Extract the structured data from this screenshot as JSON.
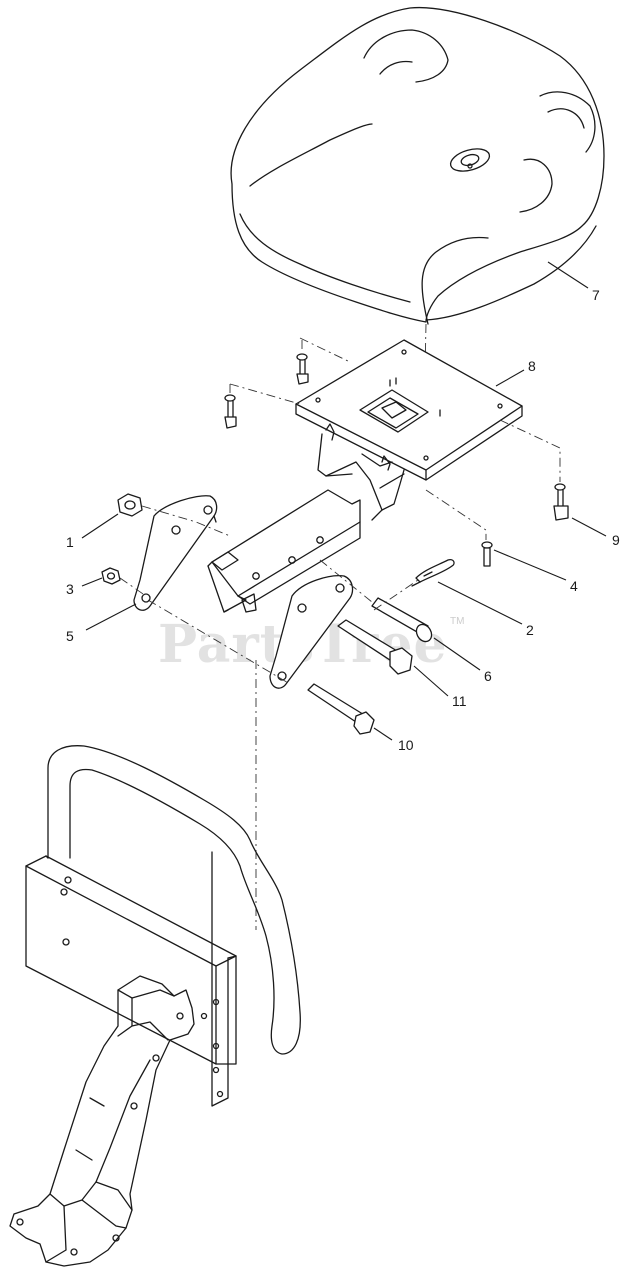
{
  "watermark": {
    "text": "PartsTree",
    "trademark": "TM",
    "color": "#d9d9d9"
  },
  "callouts": {
    "seat": "7",
    "seat_plate": "8",
    "bolt_right": "9",
    "washer_right": "4",
    "cotter_pin": "2",
    "pin_upper": "6",
    "bolt_hex": "11",
    "bolt_long": "10",
    "nut_large": "1",
    "nut_small": "3",
    "side_plate": "5"
  },
  "line_color": "#1a1a1a"
}
